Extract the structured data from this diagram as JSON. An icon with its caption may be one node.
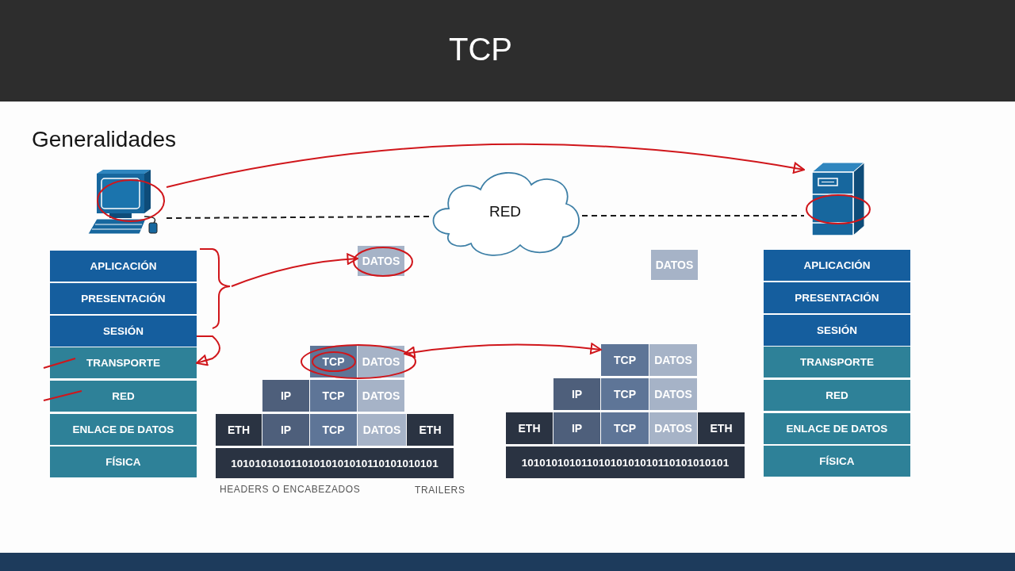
{
  "diagram": {
    "title": "TCP",
    "nodes": [
      {
        "text": [],
        "shape": "picture"
      },
      {
        "text": [
          "RED"
        ]
      },
      {
        "text": [],
        "shape": "picture"
      },
      {
        "text": [
          "APLICACIÓN"
        ]
      },
      {
        "text": [
          "PRESENTACIÓN"
        ]
      },
      {
        "text": [
          "SESIÓN"
        ]
      },
      {
        "text": [
          "TRANSPORTE"
        ]
      },
      {
        "text": [
          "RED"
        ]
      },
      {
        "text": [
          "ENLACE DE DATOS"
        ]
      },
      {
        "text": [
          "FÍSICA"
        ]
      },
      {
        "text": [],
        "shape": "bracket"
      },
      {
        "text": [
          "DATOS"
        ]
      },
      {
        "text": [
          "TCP"
        ]
      },
      {
        "text": [
          "DATOS"
        ]
      },
      {
        "text": [
          "IP"
        ]
      },
      {
        "text": [
          "TCP"
        ]
      },
      {
        "text": [
          "DATOS"
        ]
      },
      {
        "text": [
          "ETH"
        ]
      },
      {
        "text": [
          "IP"
        ]
      },
      {
        "text": [
          "TCP"
        ]
      },
      {
        "text": [
          "DATOS"
        ]
      },
      {
        "text": [
          "ETH"
        ]
      },
      {
        "text": [
          "10101010101101010101010110101010101"
        ]
      },
      {
        "text": [
          "DATOS"
        ]
      },
      {
        "text": [
          "TCP"
        ]
      },
      {
        "text": [
          "DATOS"
        ]
      },
      {
        "text": [
          "IP"
        ]
      },
      {
        "text": [
          "TCP"
        ]
      },
      {
        "text": [
          "DATOS"
        ]
      },
      {
        "text": [
          "ETH"
        ]
      },
      {
        "text": [
          "IP"
        ]
      },
      {
        "text": [
          "TCP"
        ]
      },
      {
        "text": [
          "DATOS"
        ]
      },
      {
        "text": [
          "ETH"
        ]
      },
      {
        "text": [
          "10101010101101010101010110101010101"
        ]
      },
      {
        "text": [
          "APLICACIÓN"
        ]
      },
      {
        "text": [
          "PRESENTACIÓN"
        ]
      },
      {
        "text": [
          "SESIÓN"
        ]
      },
      {
        "text": [
          "TRANSPORTE"
        ]
      },
      {
        "text": [
          "RED"
        ]
      },
      {
        "text": [
          "ENLACE DE DATOS"
        ]
      },
      {
        "text": [
          "FÍSICA"
        ]
      }
    ],
    "edges": [
      {
        "from": 0,
        "to": 1,
        "arrow": "none",
        "style": "dashed",
        "color": "#1a1a1a"
      },
      {
        "from": 1,
        "to": 2,
        "arrow": "none",
        "style": "dashed",
        "color": "#1a1a1a"
      },
      {
        "from": 0,
        "to": 2,
        "arrow": "to",
        "color": "#d0161b"
      },
      {
        "from": 10,
        "to": 11,
        "arrow": "to",
        "color": "#d0161b"
      },
      {
        "from": 5,
        "to": 6,
        "arrow": "to",
        "color": "#d0161b"
      },
      {
        "from": 13,
        "to": 24,
        "arrow": "both",
        "color": "#d0161b"
      }
    ],
    "labels": [
      "Generalidades",
      "HEADERS O ENCABEZADOS",
      "TRAILERS"
    ]
  }
}
